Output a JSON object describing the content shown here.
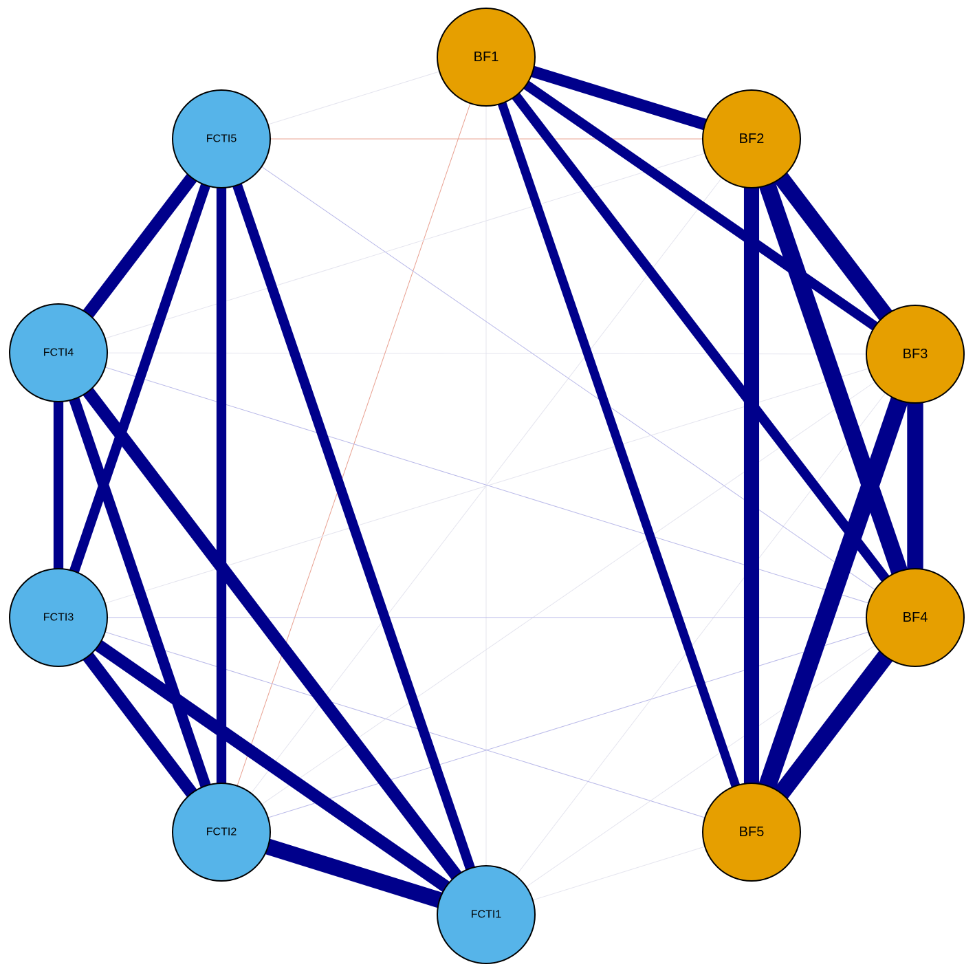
{
  "colors": {
    "positive_edge": "#00008b",
    "negative_edge": "#e8a090",
    "weak_positive_edge": "#b8b8e8",
    "faint_edge": "#e4e4ee",
    "group_fcti": "#56b4e9",
    "group_bf": "#e69f00",
    "node_border": "#000000"
  },
  "nodes": [
    {
      "id": "BF1",
      "label": "BF1",
      "group": "bf"
    },
    {
      "id": "BF2",
      "label": "BF2",
      "group": "bf"
    },
    {
      "id": "BF3",
      "label": "BF3",
      "group": "bf"
    },
    {
      "id": "BF4",
      "label": "BF4",
      "group": "bf"
    },
    {
      "id": "BF5",
      "label": "BF5",
      "group": "bf"
    },
    {
      "id": "FCTI1",
      "label": "FCTI1",
      "group": "fcti"
    },
    {
      "id": "FCTI2",
      "label": "FCTI2",
      "group": "fcti"
    },
    {
      "id": "FCTI3",
      "label": "FCTI3",
      "group": "fcti"
    },
    {
      "id": "FCTI4",
      "label": "FCTI4",
      "group": "fcti"
    },
    {
      "id": "FCTI5",
      "label": "FCTI5",
      "group": "fcti"
    }
  ],
  "edges": [
    {
      "from": "BF1",
      "to": "BF2",
      "weight": 0.65,
      "sign": "positive"
    },
    {
      "from": "BF1",
      "to": "BF3",
      "weight": 0.55,
      "sign": "positive"
    },
    {
      "from": "BF1",
      "to": "BF4",
      "weight": 0.55,
      "sign": "positive"
    },
    {
      "from": "BF1",
      "to": "BF5",
      "weight": 0.5,
      "sign": "positive"
    },
    {
      "from": "BF2",
      "to": "BF3",
      "weight": 0.9,
      "sign": "positive"
    },
    {
      "from": "BF2",
      "to": "BF4",
      "weight": 0.95,
      "sign": "positive"
    },
    {
      "from": "BF2",
      "to": "BF5",
      "weight": 0.85,
      "sign": "positive"
    },
    {
      "from": "BF3",
      "to": "BF4",
      "weight": 0.9,
      "sign": "positive"
    },
    {
      "from": "BF3",
      "to": "BF5",
      "weight": 1.0,
      "sign": "positive"
    },
    {
      "from": "BF4",
      "to": "BF5",
      "weight": 0.95,
      "sign": "positive"
    },
    {
      "from": "FCTI5",
      "to": "FCTI4",
      "weight": 0.7,
      "sign": "positive"
    },
    {
      "from": "FCTI5",
      "to": "FCTI3",
      "weight": 0.55,
      "sign": "positive"
    },
    {
      "from": "FCTI5",
      "to": "FCTI2",
      "weight": 0.55,
      "sign": "positive"
    },
    {
      "from": "FCTI5",
      "to": "FCTI1",
      "weight": 0.55,
      "sign": "positive"
    },
    {
      "from": "FCTI4",
      "to": "FCTI3",
      "weight": 0.55,
      "sign": "positive"
    },
    {
      "from": "FCTI4",
      "to": "FCTI2",
      "weight": 0.6,
      "sign": "positive"
    },
    {
      "from": "FCTI4",
      "to": "FCTI1",
      "weight": 0.7,
      "sign": "positive"
    },
    {
      "from": "FCTI3",
      "to": "FCTI2",
      "weight": 0.7,
      "sign": "positive"
    },
    {
      "from": "FCTI3",
      "to": "FCTI1",
      "weight": 0.7,
      "sign": "positive"
    },
    {
      "from": "FCTI2",
      "to": "FCTI1",
      "weight": 0.9,
      "sign": "positive"
    },
    {
      "from": "FCTI5",
      "to": "BF2",
      "weight": 0.03,
      "sign": "negative"
    },
    {
      "from": "FCTI3",
      "to": "BF4",
      "weight": 0.04,
      "sign": "weak-positive"
    },
    {
      "from": "FCTI3",
      "to": "BF5",
      "weight": 0.04,
      "sign": "weak-positive"
    },
    {
      "from": "FCTI4",
      "to": "BF4",
      "weight": 0.03,
      "sign": "weak-positive"
    },
    {
      "from": "FCTI5",
      "to": "BF4",
      "weight": 0.02,
      "sign": "weak-positive"
    },
    {
      "from": "FCTI2",
      "to": "BF4",
      "weight": 0.02,
      "sign": "weak-positive"
    },
    {
      "from": "FCTI3",
      "to": "BF3",
      "weight": 0.02,
      "sign": "faint"
    },
    {
      "from": "FCTI4",
      "to": "BF3",
      "weight": 0.015,
      "sign": "faint"
    },
    {
      "from": "FCTI2",
      "to": "BF2",
      "weight": 0.015,
      "sign": "faint"
    },
    {
      "from": "FCTI5",
      "to": "BF1",
      "weight": 0.015,
      "sign": "faint"
    },
    {
      "from": "FCTI2",
      "to": "BF1",
      "weight": 0.015,
      "sign": "negative"
    },
    {
      "from": "FCTI1",
      "to": "BF1",
      "weight": 0.015,
      "sign": "faint"
    },
    {
      "from": "FCTI1",
      "to": "BF3",
      "weight": 0.015,
      "sign": "faint"
    },
    {
      "from": "FCTI1",
      "to": "BF4",
      "weight": 0.015,
      "sign": "faint"
    },
    {
      "from": "FCTI1",
      "to": "BF5",
      "weight": 0.015,
      "sign": "faint"
    },
    {
      "from": "FCTI4",
      "to": "BF2",
      "weight": 0.015,
      "sign": "faint"
    },
    {
      "from": "FCTI2",
      "to": "BF3",
      "weight": 0.015,
      "sign": "faint"
    }
  ]
}
